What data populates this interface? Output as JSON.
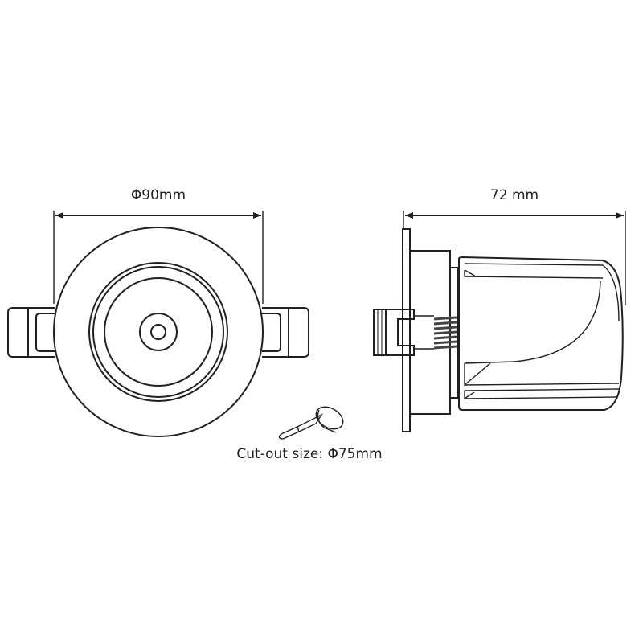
{
  "front_view": {
    "diameter_label": "Φ90mm"
  },
  "side_view": {
    "depth_label": "72 mm"
  },
  "cutout": {
    "label": "Cut-out size: Φ75mm",
    "icon": "saw-cutting-disc-icon"
  },
  "colors": {
    "line": "#231f20",
    "background": "#ffffff"
  }
}
